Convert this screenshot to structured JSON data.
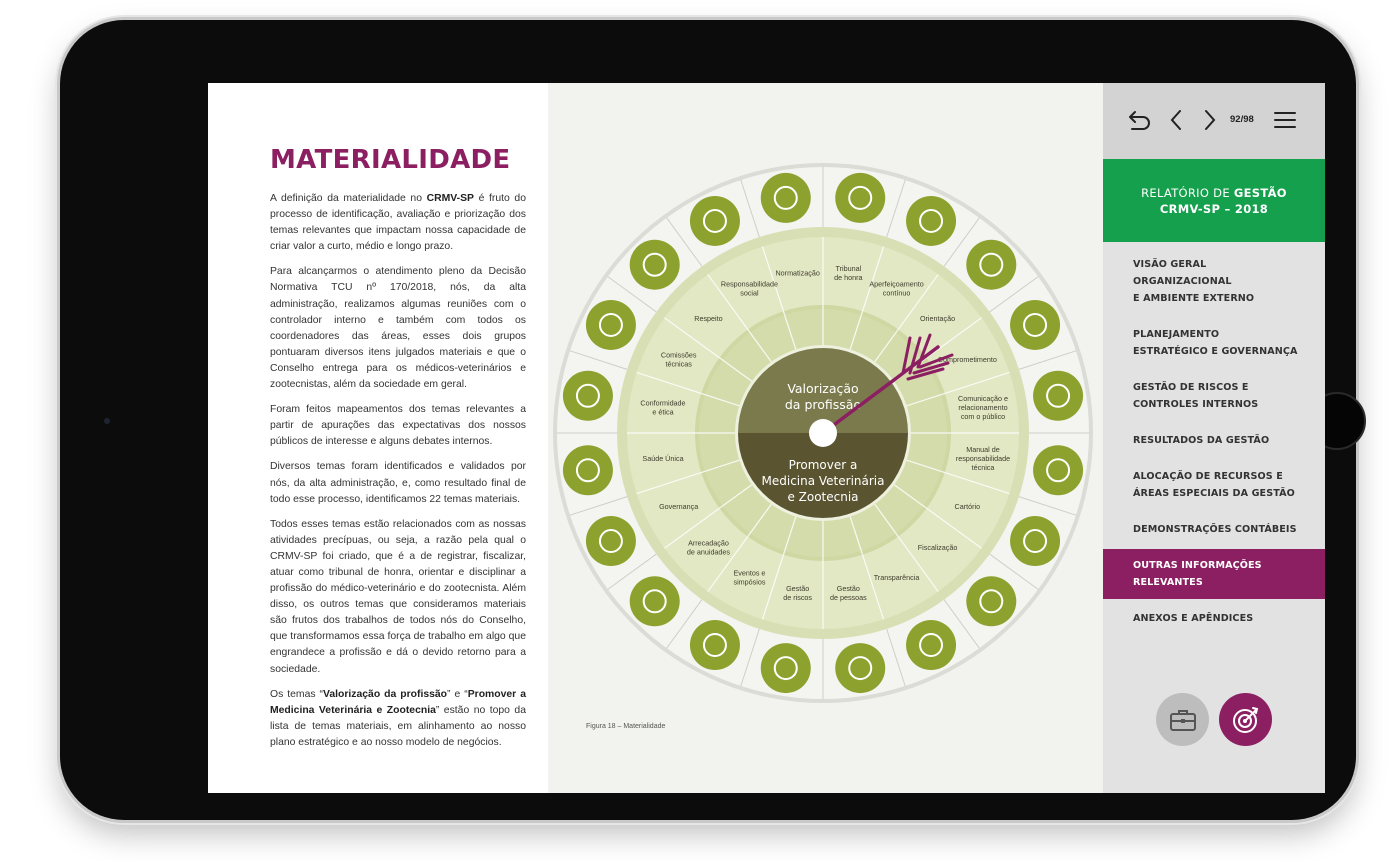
{
  "left_page": {
    "title": "MATERIALIDADE",
    "paragraphs": [
      {
        "a": "A definição da materialidade no ",
        "b": "CRMV-SP",
        "c": " é fruto do processo de identificação, avaliação e priorização dos temas relevantes que impactam nossa capacidade de criar valor a curto, médio e longo prazo."
      },
      {
        "a": "Para alcançarmos o atendimento pleno da Decisão Normativa TCU nº 170/2018, nós, da alta administração, realizamos algumas reuniões com o controlador interno e também com todos os coordenadores das áreas, esses dois grupos pontuaram diversos itens julgados materiais e que o Conselho entrega para os médicos-veterinários e zootecnistas, além da sociedade em geral."
      },
      {
        "a": "Foram feitos mapeamentos dos temas relevantes a partir de apurações das expectativas dos nossos públicos de interesse e alguns debates internos."
      },
      {
        "a": "Diversos temas foram identificados e validados por nós, da alta administração, e, como resultado final de todo esse processo, identificamos 22 temas materiais."
      },
      {
        "a": "Todos esses temas estão relacionados com as nossas atividades precípuas, ou seja, a razão pela qual o CRMV-SP foi criado, que é a de registrar, fiscalizar, atuar como tribunal de honra, orientar e disciplinar a profissão do médico-veterinário e do zootecnista. Além disso, os outros temas que consideramos materiais são frutos dos trabalhos de todos nós do Conselho, que transformamos essa força de trabalho em algo que engrandece a profissão e dá o devido retorno para a sociedade."
      },
      {
        "a": "Os temas “",
        "b": "Valorização da profissão",
        "c": "” e “",
        "d": "Promover a Medicina Veterinária e Zootecnia",
        "e": "” estão no topo da lista de temas materiais, em alinhamento ao nosso plano estratégico e ao nosso modelo de negócios."
      }
    ]
  },
  "diagram": {
    "center_top": [
      "Valorização",
      "da profissão"
    ],
    "center_bottom": [
      "Promover a",
      "Medicina Veterinária",
      "e Zootecnia"
    ],
    "caption": "Figura 18 – Materialidade",
    "colors": {
      "olive": "#8da22e",
      "ring_light": "#d4dcae",
      "ring_lighter": "#e6eacd",
      "center_top": "#7a7a4c",
      "center_bottom": "#5a5430",
      "arrow": "#8b1f62",
      "outer_ring": "#e9e9e5"
    },
    "segments": [
      {
        "label": [
          "Tribunal",
          "de honra"
        ],
        "icon": "gavel-icon"
      },
      {
        "label": [
          "Aperfeiçoamento",
          "contínuo"
        ],
        "icon": "growth-chart-icon"
      },
      {
        "label": [
          "Orientação"
        ],
        "icon": "compass-icon"
      },
      {
        "label": [
          "Comprometimento"
        ],
        "icon": "handshake-icon"
      },
      {
        "label": [
          "Comunicação e",
          "relacionamento",
          "com o público"
        ],
        "icon": "chat-icon"
      },
      {
        "label": [
          "Manual de",
          "responsabilidade",
          "técnica"
        ],
        "icon": "open-book-icon"
      },
      {
        "label": [
          "Cartório"
        ],
        "icon": "document-pen-icon"
      },
      {
        "label": [
          "Fiscalização"
        ],
        "icon": "magnifier-icon"
      },
      {
        "label": [
          "Transparência"
        ],
        "icon": "glass-icon"
      },
      {
        "label": [
          "Gestão",
          "de pessoas"
        ],
        "icon": "people-icon"
      },
      {
        "label": [
          "Gestão",
          "de riscos"
        ],
        "icon": "warning-icon"
      },
      {
        "label": [
          "Eventos e",
          "simpósios"
        ],
        "icon": "presentation-icon"
      },
      {
        "label": [
          "Arrecadação",
          "de anuidades"
        ],
        "icon": "money-box-icon"
      },
      {
        "label": [
          "Governança"
        ],
        "icon": "puzzle-icon"
      },
      {
        "label": [
          "Saúde Única"
        ],
        "icon": "globe-heart-icon"
      },
      {
        "label": [
          "Conformidade",
          "e ética"
        ],
        "icon": "check-circle-icon"
      },
      {
        "label": [
          "Comissões",
          "técnicas"
        ],
        "icon": "group-icon"
      },
      {
        "label": [
          "Respeito"
        ],
        "icon": "heart-hands-icon"
      },
      {
        "label": [
          "Responsabilidade",
          "social"
        ],
        "icon": "heart-hand-icon"
      },
      {
        "label": [
          "Normatização"
        ],
        "icon": "book-icon"
      }
    ]
  },
  "sidebar": {
    "page_counter": "92/98",
    "report_line1_pre": "RELATÓRIO DE ",
    "report_line1_bold": "GESTÃO",
    "report_line2": "CRMV-SP – 2018",
    "items": [
      {
        "lines": [
          "VISÃO GERAL ORGANIZACIONAL",
          "E AMBIENTE EXTERNO"
        ],
        "active": false
      },
      {
        "lines": [
          "PLANEJAMENTO",
          "ESTRATÉGICO E GOVERNANÇA"
        ],
        "active": false
      },
      {
        "lines": [
          "GESTÃO DE RISCOS E",
          "CONTROLES INTERNOS"
        ],
        "active": false
      },
      {
        "lines": [
          "RESULTADOS DA GESTÃO"
        ],
        "active": false
      },
      {
        "lines": [
          "ALOCAÇÃO DE RECURSOS E",
          "ÁREAS ESPECIAIS DA GESTÃO"
        ],
        "active": false
      },
      {
        "lines": [
          "DEMONSTRAÇÕES CONTÁBEIS"
        ],
        "active": false
      },
      {
        "lines": [
          "OUTRAS INFORMAÇÕES",
          "RELEVANTES"
        ],
        "active": true
      },
      {
        "lines": [
          "ANEXOS E APÊNDICES"
        ],
        "active": false
      }
    ],
    "icons": [
      "back-icon",
      "chevron-left-icon",
      "chevron-right-icon",
      "menu-icon",
      "briefcase-icon",
      "target-icon"
    ]
  }
}
